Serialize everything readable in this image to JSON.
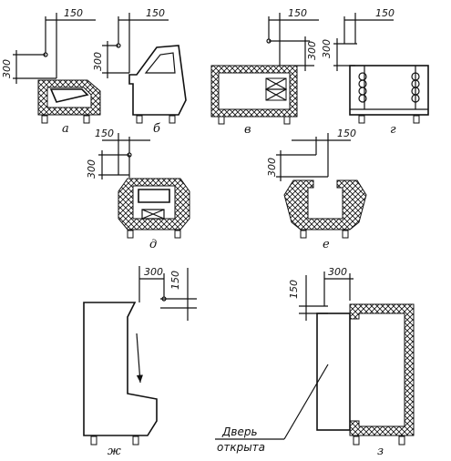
{
  "dimensions": {
    "d150": "150",
    "d300": "300"
  },
  "captions": {
    "a": "а",
    "b": "б",
    "v": "в",
    "g": "г",
    "d": "д",
    "e": "е",
    "zh": "ж",
    "z": "з"
  },
  "note": {
    "line1": "Дверь",
    "line2": "открыта"
  }
}
